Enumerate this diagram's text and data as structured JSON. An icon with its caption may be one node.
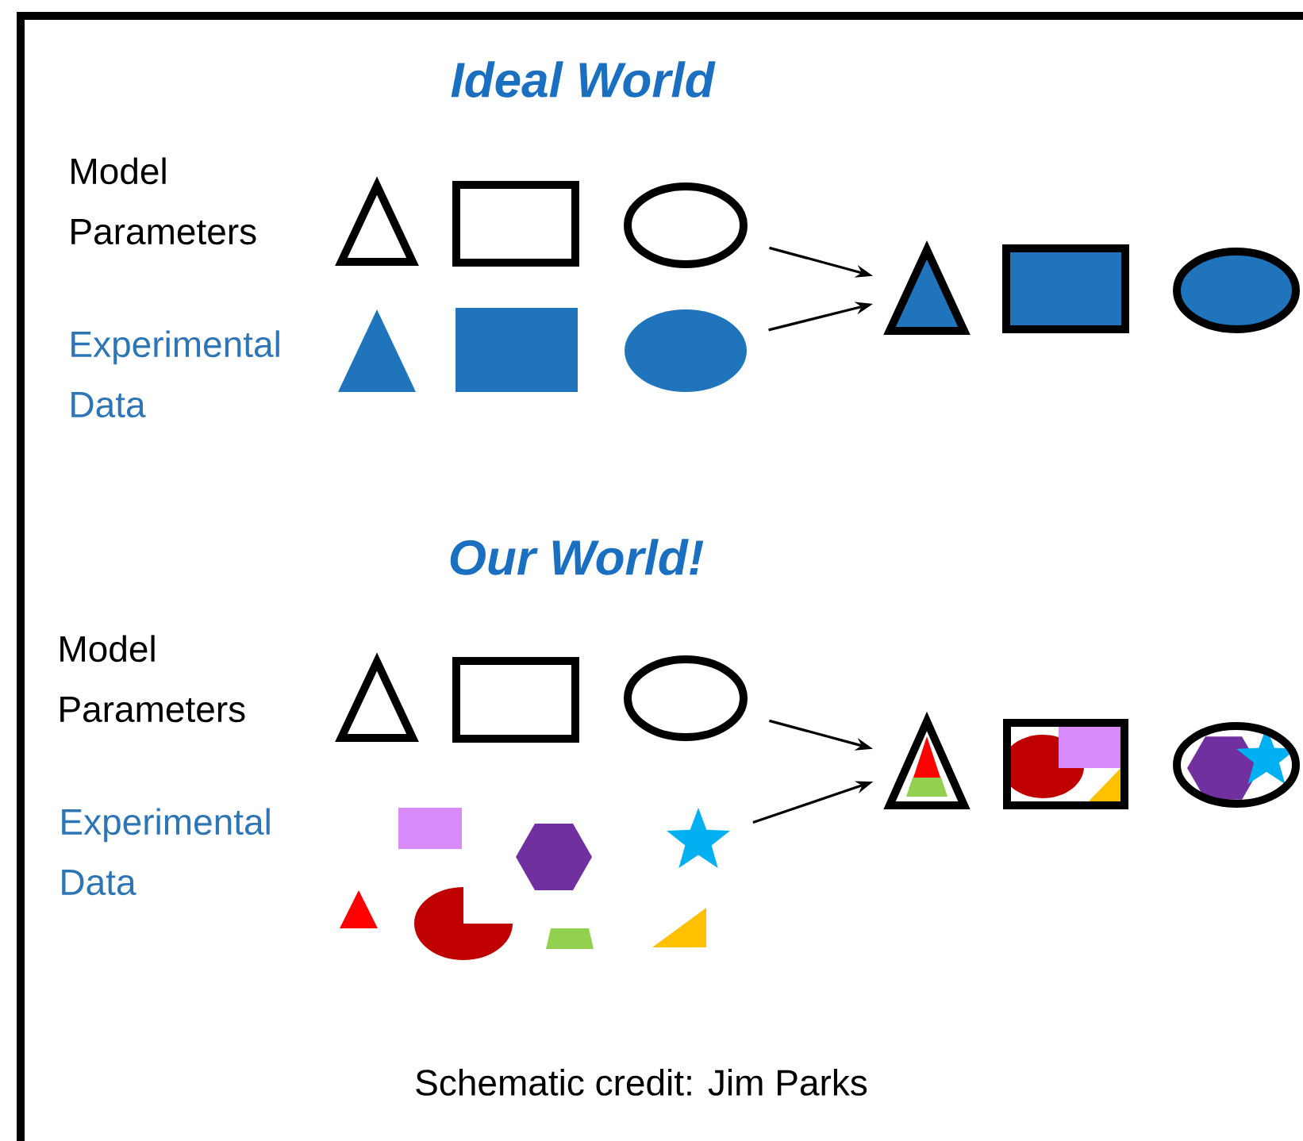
{
  "diagram": {
    "caption": "Schematic credit: Jim Parks",
    "nodes": [
      {
        "text": [],
        "shape": "triangle"
      },
      {
        "text": [],
        "shape": "box"
      },
      {
        "text": [],
        "shape": "ellipse"
      },
      {
        "text": [],
        "shape": "triangle"
      },
      {
        "text": [],
        "shape": "box"
      },
      {
        "text": [],
        "shape": "ellipse"
      },
      {
        "text": [],
        "shape": "triangle"
      },
      {
        "text": [],
        "shape": "box"
      },
      {
        "text": [],
        "shape": "ellipse"
      },
      {
        "text": [],
        "shape": "triangle"
      },
      {
        "text": [],
        "shape": "box"
      },
      {
        "text": [],
        "shape": "ellipse"
      },
      {
        "text": [],
        "shape": "triangle"
      },
      {
        "text": [],
        "shape": "box"
      },
      {
        "text": [],
        "shape": "ellipse"
      },
      {
        "text": [],
        "shape": "box"
      },
      {
        "text": [],
        "shape": "hexagon"
      },
      {
        "text": [],
        "shape": "star"
      },
      {
        "text": [],
        "shape": "triangle"
      },
      {
        "text": [],
        "shape": "pie"
      },
      {
        "text": [],
        "shape": "trapezoid"
      },
      {
        "text": [],
        "shape": "triangle"
      }
    ],
    "edges": [
      {
        "from": 2,
        "to": 3,
        "arrow": "to"
      },
      {
        "from": 8,
        "to": 3,
        "arrow": "to"
      },
      {
        "from": 11,
        "to": 12,
        "arrow": "to"
      },
      {
        "from": 17,
        "to": 12,
        "arrow": "to"
      }
    ],
    "labels": [
      "Ideal World",
      "Model Parameters",
      "Experimental Data",
      "Our World!",
      "Model Parameters",
      "Experimental Data"
    ]
  }
}
